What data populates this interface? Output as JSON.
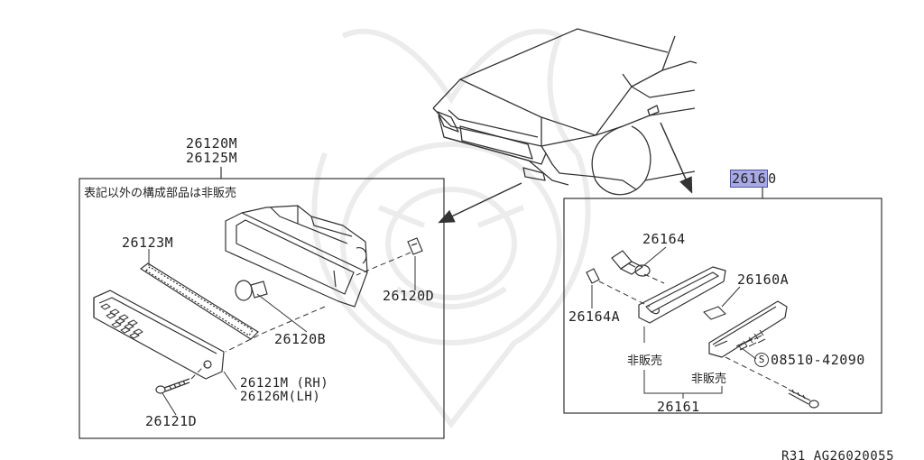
{
  "diagram": {
    "colors": {
      "line": "#333333",
      "highlight_bg": "#a7a9e3",
      "highlight_border": "#4b4fbd",
      "watermark": "#ececec"
    },
    "left_group": {
      "assembly_labels": [
        "26120M",
        "26125M"
      ],
      "note": "表記以外の構成部品は非販売",
      "parts": {
        "gasket": "26123M",
        "bulb": "26120B",
        "socket_clip": "26120D",
        "lens_rh": "26121M (RH)",
        "lens_lh": "26126M(LH)",
        "screw": "26121D"
      }
    },
    "right_group": {
      "assembly_label_highlighted": "2616",
      "assembly_label_rest": "0",
      "parts": {
        "bulb": "26164",
        "socket_clip": "26164A",
        "housing_clip": "26160A",
        "screw": "08510-42090",
        "screw_marker": "S",
        "not_sold_1": "非販売",
        "not_sold_2": "非販売",
        "sub_assembly": "26161"
      }
    },
    "footer_code": "R31  AG26020055"
  }
}
